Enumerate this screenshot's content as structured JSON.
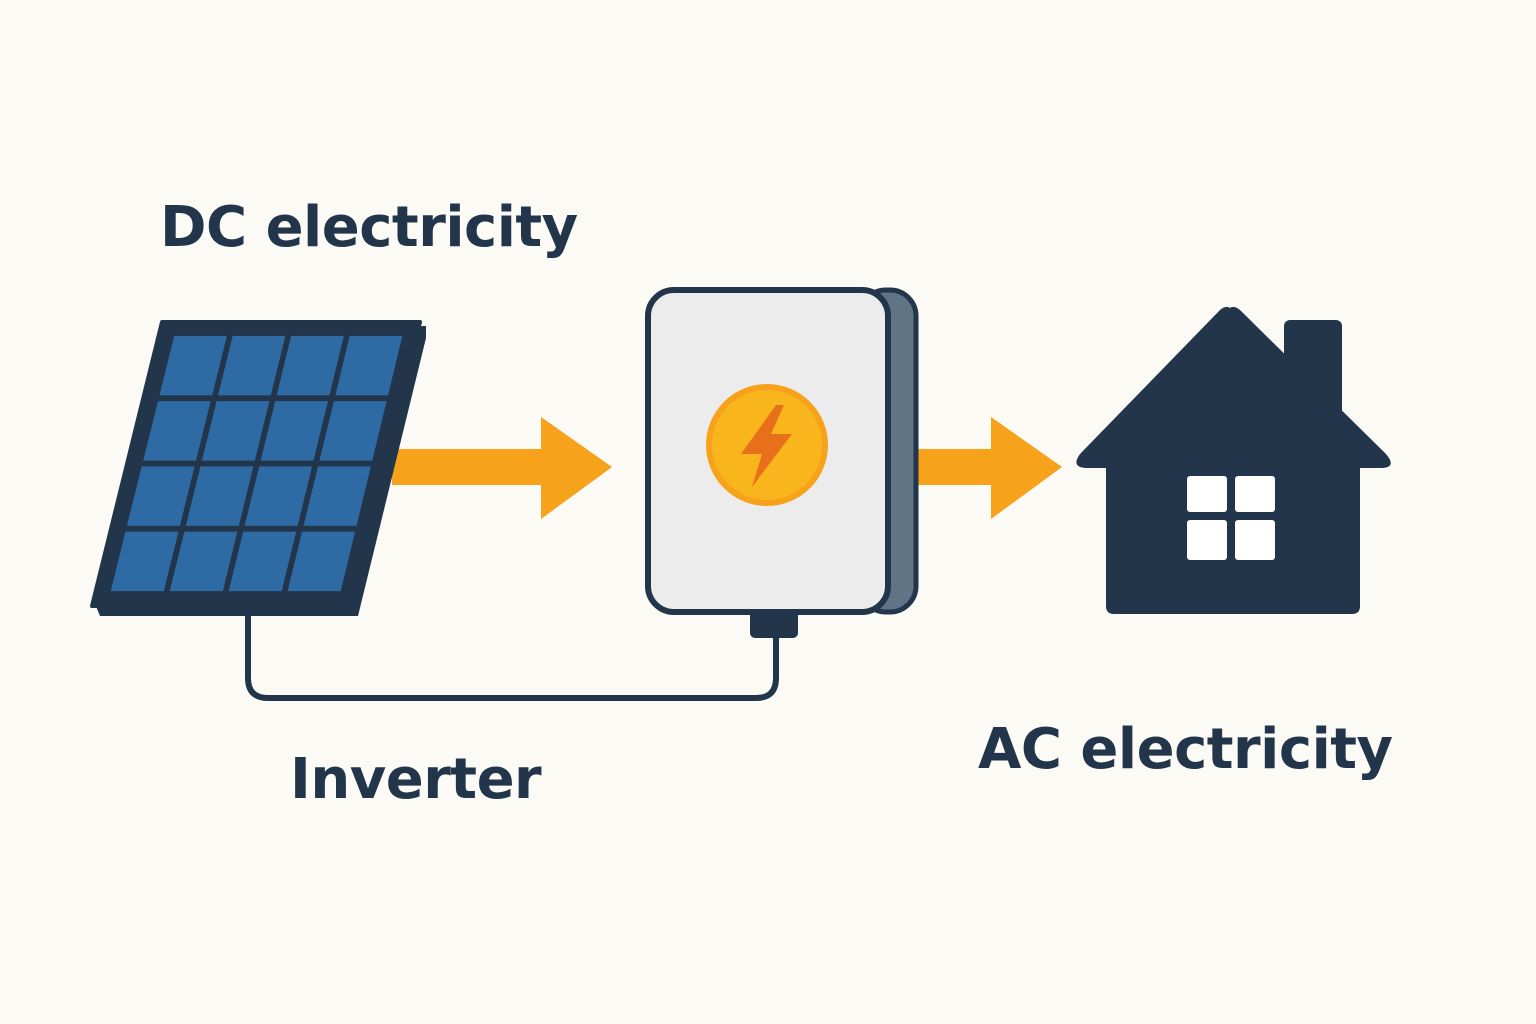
{
  "labels": {
    "dc": "DC electricity",
    "inverter": "Inverter",
    "ac": "AC electricity"
  },
  "colors": {
    "background": "#fbfaf5",
    "outline": "#22354a",
    "panel_cell": "#2e6aa3",
    "arrow": "#f7a21b",
    "inverter_body": "#ececec",
    "inverter_side": "#5f7484",
    "bolt_circle": "#f9b51c",
    "bolt": "#e8701a",
    "house": "#22354a",
    "window": "#ffffff"
  },
  "icons": {
    "panel": "solar-panel-icon",
    "inverter": "inverter-icon",
    "bolt": "lightning-bolt-icon",
    "house": "house-icon"
  }
}
